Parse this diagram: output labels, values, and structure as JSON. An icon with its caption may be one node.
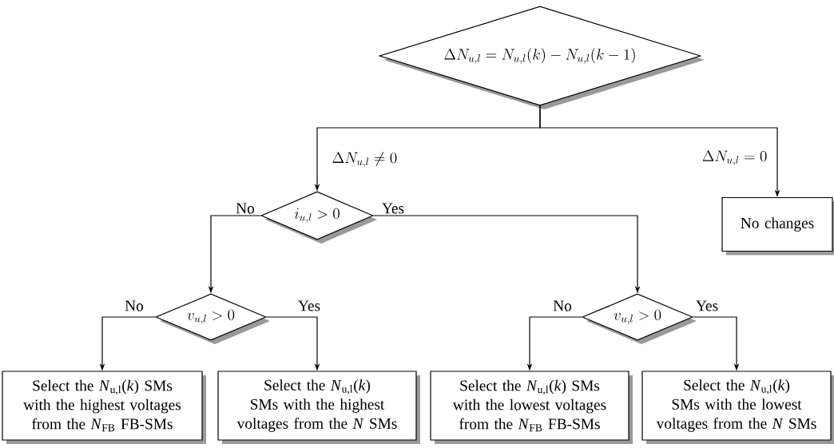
{
  "diagram": {
    "nodes": [
      {
        "text": [
          "\\Delta N_{u,l} = N_{u,l}(k) - N_{u,l}(k-1)"
        ]
      },
      {
        "text": [
          "i_{u,l} > 0"
        ]
      },
      {
        "text": [
          "No changes"
        ]
      },
      {
        "text": [
          "v_{u,l} > 0"
        ]
      },
      {
        "text": [
          "v_{u,l} > 0"
        ]
      },
      {
        "text": [
          "Select the *N*$_{u,l}$(*k*) SMs with the highest voltages from the *N*$_{FB}$ FB-SMs"
        ]
      },
      {
        "text": [
          "Select the *N*$_{u,l}$(*k*) SMs with the highest voltages from the *N* SMs"
        ]
      },
      {
        "text": [
          "Select the *N*$_{u,l}$(*k*) SMs with the lowest voltages from the *N*$_{FB}$ FB-SMs"
        ]
      },
      {
        "text": [
          "Select the *N*$_{u,l}$(*k*) SMs with the lowest voltages from the *N* SMs"
        ]
      }
    ],
    "edges": [
      {
        "from": 0,
        "to": 1,
        "arrow": "to",
        "label": "\\Delta N_{u,l} \\neq 0"
      },
      {
        "from": 0,
        "to": 2,
        "arrow": "to",
        "label": "\\Delta N_{u,l} = 0"
      },
      {
        "from": 1,
        "to": 3,
        "arrow": "to",
        "label": "No"
      },
      {
        "from": 1,
        "to": 4,
        "arrow": "to",
        "label": "Yes"
      },
      {
        "from": 3,
        "to": 5,
        "arrow": "to",
        "label": "No"
      },
      {
        "from": 3,
        "to": 6,
        "arrow": "to",
        "label": "Yes"
      },
      {
        "from": 4,
        "to": 7,
        "arrow": "to",
        "label": "No"
      },
      {
        "from": 4,
        "to": 8,
        "arrow": "to",
        "label": "Yes"
      }
    ]
  }
}
